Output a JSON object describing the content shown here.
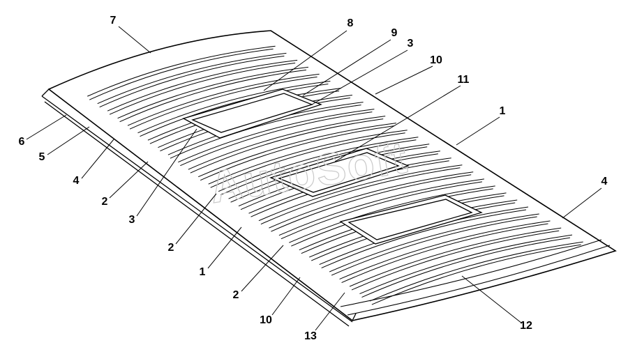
{
  "watermark": "AutoSoft",
  "callouts": [
    {
      "id": "c7",
      "text": "7"
    },
    {
      "id": "c8",
      "text": "8"
    },
    {
      "id": "c9",
      "text": "9"
    },
    {
      "id": "c3a",
      "text": "3"
    },
    {
      "id": "c10a",
      "text": "10"
    },
    {
      "id": "c11",
      "text": "11"
    },
    {
      "id": "c1a",
      "text": "1"
    },
    {
      "id": "c4a",
      "text": "4"
    },
    {
      "id": "c6",
      "text": "6"
    },
    {
      "id": "c5",
      "text": "5"
    },
    {
      "id": "c4b",
      "text": "4"
    },
    {
      "id": "c2a",
      "text": "2"
    },
    {
      "id": "c3b",
      "text": "3"
    },
    {
      "id": "c2b",
      "text": "2"
    },
    {
      "id": "c1b",
      "text": "1"
    },
    {
      "id": "c2c",
      "text": "2"
    },
    {
      "id": "c10b",
      "text": "10"
    },
    {
      "id": "c13",
      "text": "13"
    },
    {
      "id": "c12",
      "text": "12"
    }
  ],
  "colors": {
    "line": "#000000",
    "background": "#ffffff",
    "watermark": "#c9c9c9"
  }
}
